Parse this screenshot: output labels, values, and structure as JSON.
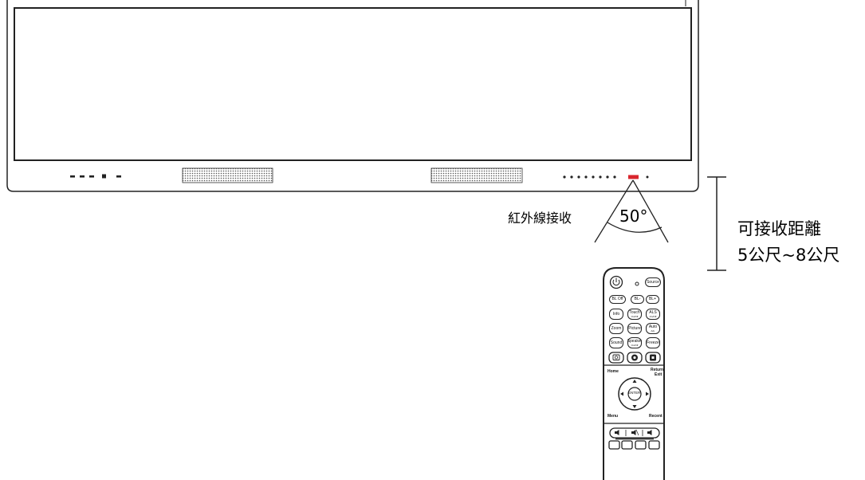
{
  "labels": {
    "ir_receiver": "紅外線接收",
    "angle": "50°",
    "range_line1": "可接收距離",
    "range_line2": "5公尺~8公尺"
  },
  "remote": {
    "power_icon": "power-icon",
    "source": "Source",
    "bl_off": "BL Off",
    "bl_minus": "BL-",
    "bl_plus": "BL+",
    "info": "Info",
    "touch": "Touch",
    "touch_sub": "On/Off",
    "als": "ALS",
    "als_sub": "On/Off",
    "zoom": "Zoom",
    "picture": "Picture",
    "auto": "Auto",
    "auto_sub": "Adj.",
    "sound": "Sound",
    "speaker": "Speaker",
    "speaker_sub": "On/Off",
    "freeze": "Freeze",
    "home": "Home",
    "return": "Return",
    "return_sub": "Exit",
    "enter": "ENTER",
    "menu": "Menu",
    "recent": "Recent"
  },
  "colors": {
    "ir_sensor": "#d9262d",
    "outline": "#222222"
  }
}
